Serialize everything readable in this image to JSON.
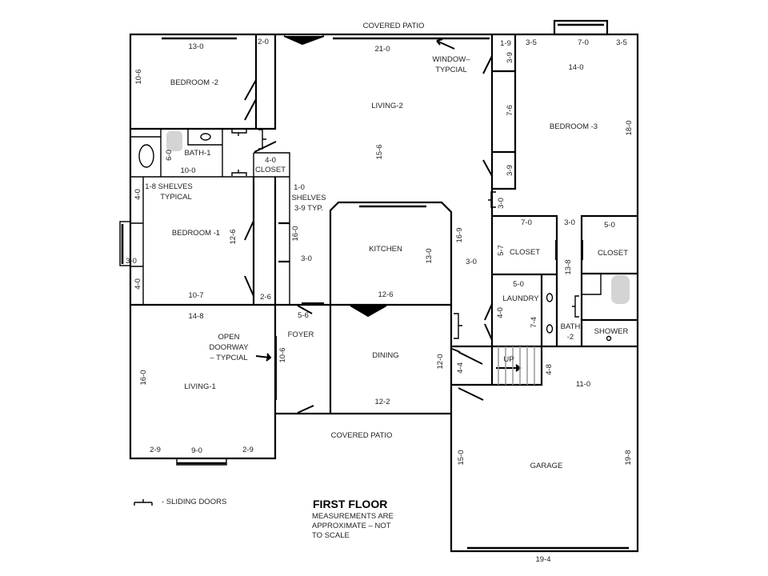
{
  "title": "FIRST FLOOR",
  "note_lines": [
    "MEASUREMENTS ARE",
    "APPROXIMATE – NOT",
    "TO SCALE"
  ],
  "legend": {
    "sliding_doors": "- SLIDING DOORS"
  },
  "labels": {
    "covered_patio_top": "COVERED PATIO",
    "covered_patio_bottom": "COVERED PATIO",
    "bedroom2": "BEDROOM -2",
    "living2": "LIVING-2",
    "window1": "WINDOW–",
    "window2": "TYPCIAL",
    "bedroom3": "BEDROOM -3",
    "bath1": "BATH-1",
    "closet_4_0": "CLOSET",
    "shelves_a1": "1-8 SHELVES",
    "shelves_a2": "TYPICAL",
    "shelves_b1": "1-0",
    "shelves_b2": "SHELVES",
    "shelves_b3": "3-9 TYP.",
    "bedroom1": "BEDROOM -1",
    "kitchen": "KITCHEN",
    "closet_a": "CLOSET",
    "closet_b": "CLOSET",
    "laundry": "LAUNDRY",
    "bath2_1": "BATH",
    "bath2_2": "-2",
    "shower": "SHOWER",
    "open1": "OPEN",
    "open2": "DOORWAY",
    "open3": "– TYPCIAL",
    "foyer": "FOYER",
    "dining": "DINING",
    "living1": "LIVING-1",
    "up": "UP",
    "garage": "GARAGE"
  },
  "dims": {
    "b2_w": "13-0",
    "b2_h": "10-6",
    "c2_0": "2-0",
    "l2_w": "21-0",
    "l2_h": "15-6",
    "c1_9": "1-9",
    "c3_9a": "3-9",
    "c7_6": "7-6",
    "c3_9b": "3-9",
    "c3_0a": "3-0",
    "b3_35a": "3-5",
    "b3_70": "7-0",
    "b3_35b": "3-5",
    "b3_w": "14-0",
    "b3_h": "18-0",
    "bath1_h": "6-0",
    "bath1_w": "10-0",
    "cl4_0": "4-0",
    "b1_40a": "4-0",
    "b1_30": "3-0",
    "b1_40b": "4-0",
    "b1_h": "12-6",
    "b1_w": "10-7",
    "c2_6": "2-6",
    "hall_h": "16-0",
    "hall_w": "3-0",
    "k_h": "13-0",
    "k_w": "12-6",
    "h2_h": "16-9",
    "h2_w": "3-0",
    "cla_w": "7-0",
    "cla_h": "5-7",
    "hall3_w": "3-0",
    "hall3_h": "13-8",
    "clb_w": "5-0",
    "lau_w": "5-0",
    "lau_h": "4-0",
    "wash_h": "7-4",
    "l1_w": "14-8",
    "l1_h": "16-0",
    "l1_a": "2-9",
    "l1_b": "9-0",
    "l1_c": "2-9",
    "foyer_w": "5-6",
    "foyer_h": "10-6",
    "din_h": "12-0",
    "din_w": "12-2",
    "g_44": "4-4",
    "g_48": "4-8",
    "g_110": "11-0",
    "g_h1": "15-0",
    "g_h2": "19-8",
    "g_w": "19-4"
  }
}
